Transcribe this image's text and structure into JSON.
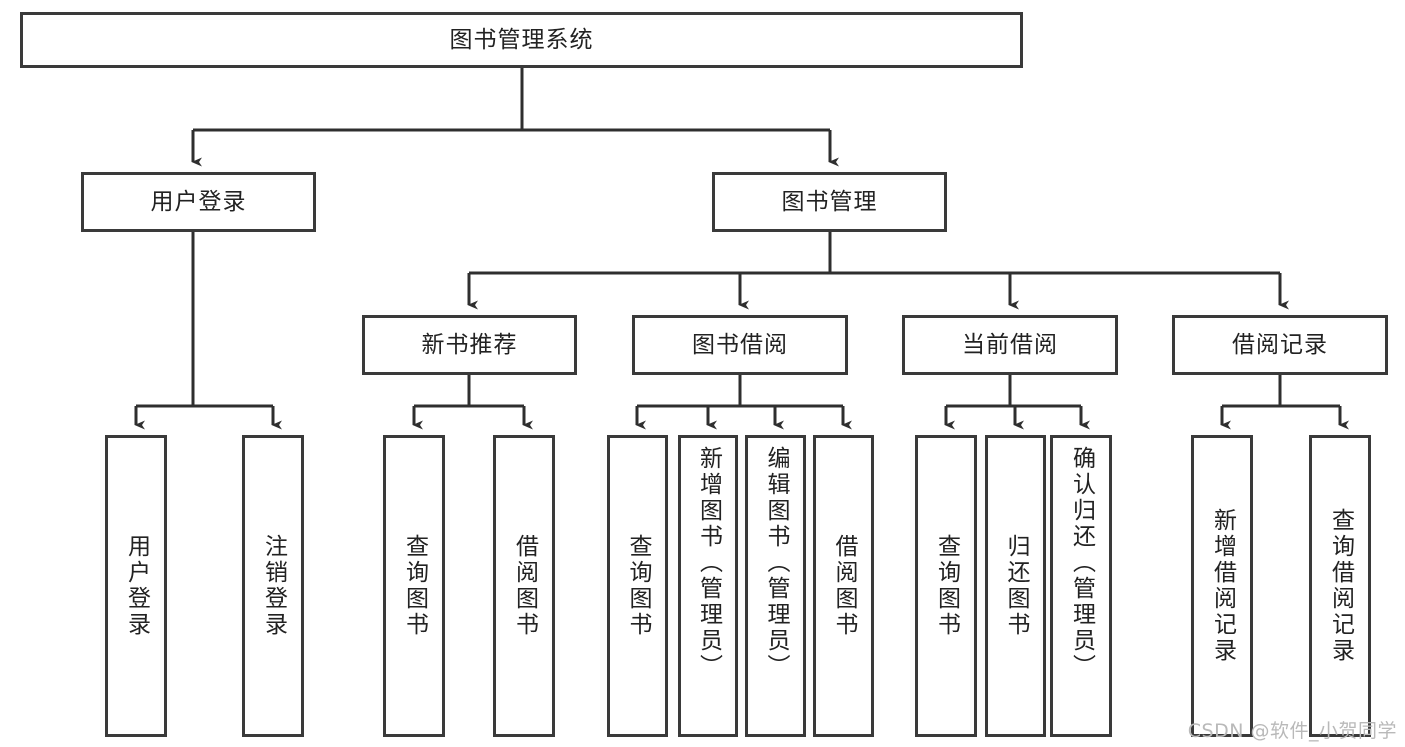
{
  "diagram": {
    "type": "tree-hierarchy-chart",
    "title": "图书管理系统",
    "root": {
      "label": "图书管理系统"
    },
    "level2": [
      {
        "id": "user-login",
        "label": "用户登录"
      },
      {
        "id": "book-management",
        "label": "图书管理"
      }
    ],
    "level3": [
      {
        "id": "new-book-recommend",
        "label": "新书推荐",
        "parent": "book-management"
      },
      {
        "id": "book-borrow",
        "label": "图书借阅",
        "parent": "book-management"
      },
      {
        "id": "current-borrow",
        "label": "当前借阅",
        "parent": "book-management"
      },
      {
        "id": "borrow-record",
        "label": "借阅记录",
        "parent": "book-management"
      }
    ],
    "leaves": [
      {
        "id": "leaf-user-login",
        "label": "用户登录",
        "parent": "user-login"
      },
      {
        "id": "leaf-logout-login",
        "label": "注销登录",
        "parent": "user-login"
      },
      {
        "id": "leaf-query-book-1",
        "label": "查询图书",
        "parent": "new-book-recommend"
      },
      {
        "id": "leaf-borrow-book-1",
        "label": "借阅图书",
        "parent": "new-book-recommend"
      },
      {
        "id": "leaf-query-book-2",
        "label": "查询图书",
        "parent": "book-borrow"
      },
      {
        "id": "leaf-add-book",
        "label": "新增图书（管理员）",
        "parent": "book-borrow"
      },
      {
        "id": "leaf-edit-book",
        "label": "编辑图书（管理员）",
        "parent": "book-borrow"
      },
      {
        "id": "leaf-borrow-book-2",
        "label": "借阅图书",
        "parent": "book-borrow"
      },
      {
        "id": "leaf-query-book-3",
        "label": "查询图书",
        "parent": "current-borrow"
      },
      {
        "id": "leaf-return-book",
        "label": "归还图书",
        "parent": "current-borrow"
      },
      {
        "id": "leaf-confirm-return",
        "label": "确认归还（管理员）",
        "parent": "current-borrow"
      },
      {
        "id": "leaf-add-record",
        "label": "新增借阅记录",
        "parent": "borrow-record"
      },
      {
        "id": "leaf-query-record",
        "label": "查询借阅记录",
        "parent": "borrow-record"
      }
    ],
    "colors": {
      "stroke": "#3a3a3a",
      "fill": "#ffffff",
      "text": "#222222",
      "watermark": "#b9b9b9"
    }
  },
  "watermark": {
    "text": "CSDN @软件_小贺同学"
  }
}
